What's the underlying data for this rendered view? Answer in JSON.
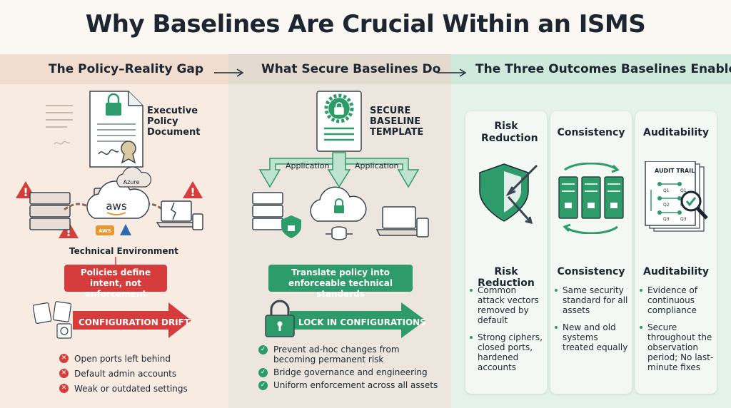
{
  "title": "Why Baselines Are Crucial Within an ISMS",
  "sections": {
    "gap": {
      "heading": "The Policy–Reality Gap",
      "doc_label": "Executive Policy Document",
      "cloud_labels": [
        "aws",
        "Azure",
        "AWS"
      ],
      "env_label": "Technical Environment",
      "callout": "Policies define intent, not enforcement",
      "banner": "CONFIGURATION DRIFT",
      "items": [
        "Open ports left behind",
        "Default admin accounts",
        "Weak or outdated settings"
      ]
    },
    "secure": {
      "heading": "What Secure Baselines Do",
      "template_label": "SECURE BASELINE TEMPLATE",
      "app_labels": [
        "Application",
        "Application"
      ],
      "callout": "Translate policy into enforceable technical standards",
      "banner": "LOCK IN CONFIGURATIONS",
      "items": [
        "Prevent ad-hoc changes from becoming permanent risk",
        "Bridge governance and engineering",
        "Uniform enforcement across all assets"
      ]
    },
    "outcomes": {
      "heading": "The Three Outcomes Baselines Enable",
      "cards": [
        {
          "title": "Risk Reduction",
          "subtitle": "Risk Reduction",
          "items": [
            "Common attack vectors removed by default",
            "Strong ciphers, closed ports, hardened accounts"
          ]
        },
        {
          "title": "Consistency",
          "subtitle": "Consistency",
          "items": [
            "Same security standard for all assets",
            "New and old systems treated equally"
          ]
        },
        {
          "title": "Auditability",
          "subtitle": "Auditability",
          "items": [
            "Evidence of continuous compliance",
            "Secure throughout the observation period; No last-minute fixes"
          ]
        }
      ],
      "audit_label": "AUDIT TRAIL",
      "audit_q_labels": [
        "Q1",
        "Q1",
        "Q2",
        "Q2",
        "Q3",
        "Q3"
      ]
    }
  },
  "colors": {
    "red": "#d63c3c",
    "green": "#2e9b6a",
    "dark": "#1d2630"
  }
}
